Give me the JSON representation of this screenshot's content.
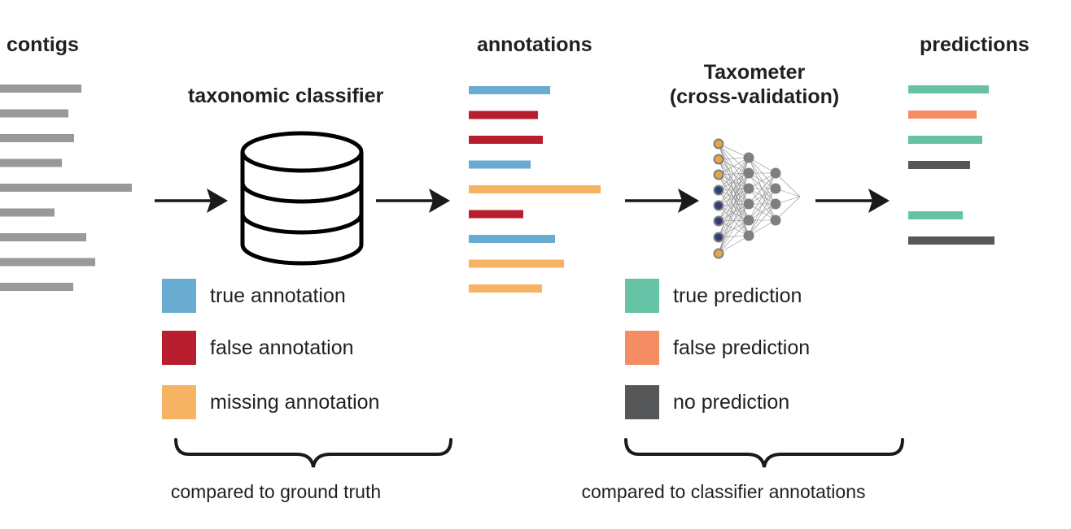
{
  "titles": {
    "contigs": "contigs",
    "classifier": "taxonomic classifier",
    "annotations": "annotations",
    "taxometer_line1": "Taxometer",
    "taxometer_line2": "(cross-validation)",
    "predictions": "predictions"
  },
  "contig_bars": [
    1,
    1,
    1,
    1,
    1,
    1,
    1,
    1,
    1
  ],
  "annotation_bars": [
    "true",
    "false",
    "false",
    "true",
    "missing",
    "false",
    "true",
    "missing",
    "missing"
  ],
  "prediction_bars": [
    "true",
    "false",
    "true",
    "none",
    "gap",
    "true",
    "none"
  ],
  "legend_annotations": [
    {
      "label": "true annotation",
      "color": "#6aabd2"
    },
    {
      "label": "false annotation",
      "color": "#b81e2e"
    },
    {
      "label": "missing annotation",
      "color": "#f7b364"
    }
  ],
  "legend_predictions": [
    {
      "label": "true prediction",
      "color": "#66c2a5"
    },
    {
      "label": "false prediction",
      "color": "#f58d64"
    },
    {
      "label": "no prediction",
      "color": "#555759"
    }
  ],
  "captions": {
    "left": "compared to ground truth",
    "right": "compared to classifier annotations"
  },
  "colors": {
    "contig": "#999999",
    "annotation_true": "#6aabd2",
    "annotation_false": "#b81e2e",
    "annotation_missing": "#f7b364",
    "prediction_true": "#66c2a5",
    "prediction_false": "#f58d64",
    "prediction_none": "#555759",
    "node_input_gold": "#e8a544",
    "node_input_navy": "#2e3f7a",
    "node_hidden": "#7f7f7f",
    "arrow": "#1a1a1a"
  },
  "icons": [
    "database-icon",
    "neural-network-icon",
    "arrow-icon",
    "curly-brace-icon"
  ]
}
